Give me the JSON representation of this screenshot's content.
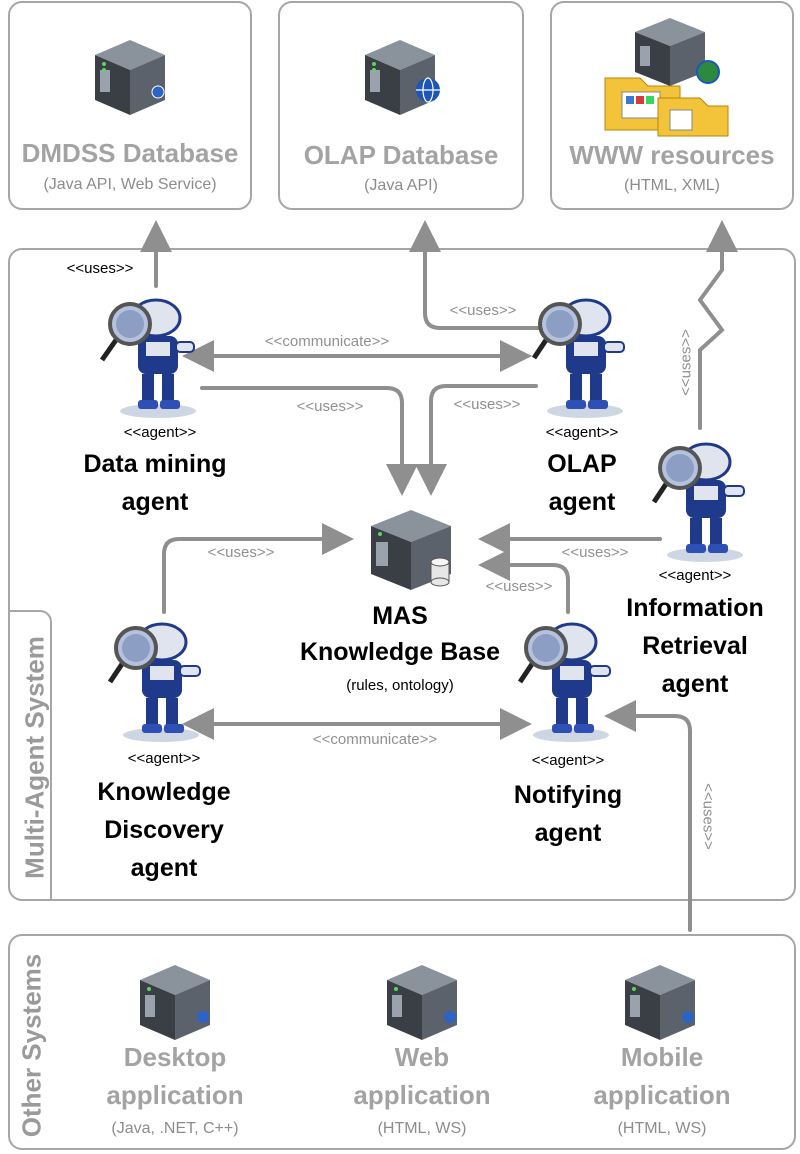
{
  "top_resources": [
    {
      "title": "DMDSS Database",
      "subtitle": "(Java API, Web Service)"
    },
    {
      "title": "OLAP Database",
      "subtitle": "(Java API)"
    },
    {
      "title": "WWW resources",
      "subtitle": "(HTML, XML)"
    }
  ],
  "mas": {
    "container_label": "Multi-Agent System",
    "knowledge_base": {
      "line1": "MAS",
      "line2": "Knowledge Base",
      "subtitle": "(rules, ontology)"
    },
    "agent_stereotype": "<<agent>>",
    "agents": {
      "data_mining": {
        "line1": "Data mining",
        "line2": "agent"
      },
      "olap": {
        "line1": "OLAP",
        "line2": "agent"
      },
      "information_retrieval": {
        "line1": "Information",
        "line2": "Retrieval",
        "line3": "agent"
      },
      "knowledge_discovery": {
        "line1": "Knowledge",
        "line2": "Discovery",
        "line3": "agent"
      },
      "notifying": {
        "line1": "Notifying",
        "line2": "agent"
      }
    }
  },
  "relations": {
    "uses": "<<uses>>",
    "communicate": "<<communicate>>"
  },
  "other_systems": {
    "container_label": "Other Systems",
    "apps": [
      {
        "line1": "Desktop",
        "line2": "application",
        "subtitle": "(Java, .NET, C++)"
      },
      {
        "line1": "Web",
        "line2": "application",
        "subtitle": "(HTML, WS)"
      },
      {
        "line1": "Mobile",
        "line2": "application",
        "subtitle": "(HTML, WS)"
      }
    ]
  },
  "colors": {
    "border": "#a6a6a6",
    "arrow": "#8f8f8f",
    "server_dark": "#3a3f46",
    "server_mid": "#6b7280",
    "agent_blue": "#1f3a8a"
  },
  "icons": [
    "server-icon",
    "globe-icon",
    "folders-icon",
    "database-icon",
    "robot-agent-icon",
    "magnifier-icon"
  ]
}
